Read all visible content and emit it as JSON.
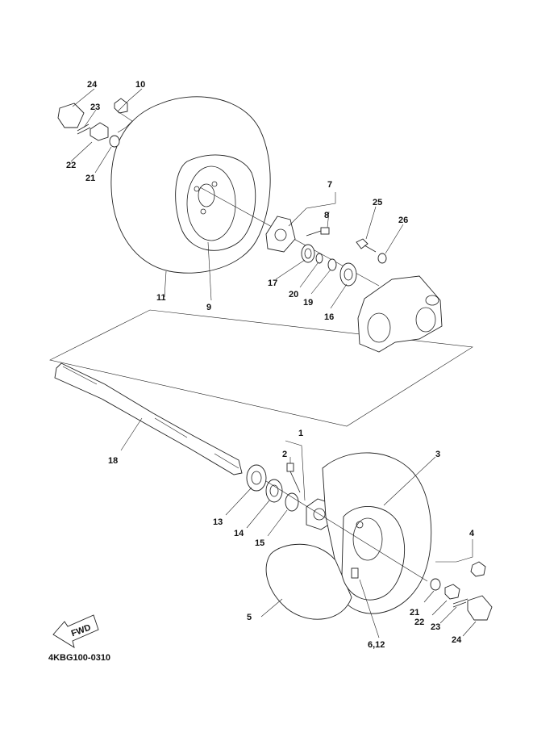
{
  "diagram_code": "4KBG100-0310",
  "fwd_badge": "FWD",
  "callouts": {
    "p1": "1",
    "p2": "2",
    "p3": "3",
    "p4_bottom": "4",
    "p5": "5",
    "p6_12": "6,12",
    "p7": "7",
    "p8": "8",
    "p9": "9",
    "p10": "10",
    "p11": "11",
    "p13": "13",
    "p14": "14",
    "p15": "15",
    "p16": "16",
    "p17": "17",
    "p18": "18",
    "p19": "19",
    "p20": "20",
    "p21_top": "21",
    "p21_bottom": "21",
    "p22_top": "22",
    "p22_bottom": "22",
    "p23_top": "23",
    "p23_bottom": "23",
    "p24_top": "24",
    "p24_bottom": "24",
    "p25": "25",
    "p26": "26"
  }
}
